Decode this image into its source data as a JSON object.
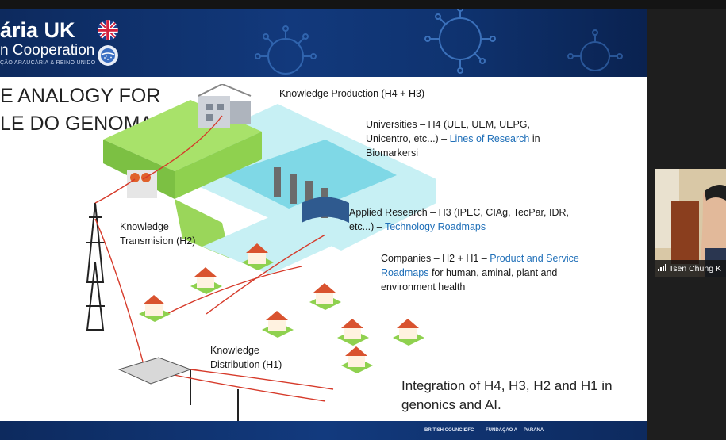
{
  "banner": {
    "logo_line1": "ária UK",
    "logo_line2": "n Cooperation",
    "logo_line3": "ÇÃO ARAUCÁRIA & REINO UNIDO"
  },
  "slide_title": {
    "line1": "E ANALOGY FOR",
    "line2": "LE DO GENOMA"
  },
  "labels": {
    "knowledge_production": "Knowledge Production (H4 + H3)",
    "universities_prefix": "Universities – H4 (UEL, UEM, UEPG, Unicentro, etc...) –",
    "universities_link": "Lines of Research",
    "universities_suffix": "in Biomarkersi",
    "applied_prefix": "Applied Research – H3 (IPEC, CIAg, TecPar, IDR, etc...) –",
    "applied_link": "Technology Roadmaps",
    "companies_prefix": "Companies – H2 + H1 –",
    "companies_link": "Product and Service Roadmaps",
    "companies_suffix": "for human, aminal, plant and environment health",
    "transmission": "Knowledge Transmision (H2)",
    "distribution": "Knowledge Distribution (H1)",
    "integration": "Integration of H4, H3, H2 and H1 in genonics and AI."
  },
  "footer_logos": [
    "BRITISH COUNCIL",
    "CFC",
    "FUNDAÇÃO ARAUCÁRIA",
    "PARANÁ"
  ],
  "participant": {
    "name": "Tsen Chung K"
  },
  "colors": {
    "banner": "#12397c",
    "link_blue": "#1f6fb8",
    "grass": "#8fd14f",
    "water": "#7fd8e6"
  }
}
